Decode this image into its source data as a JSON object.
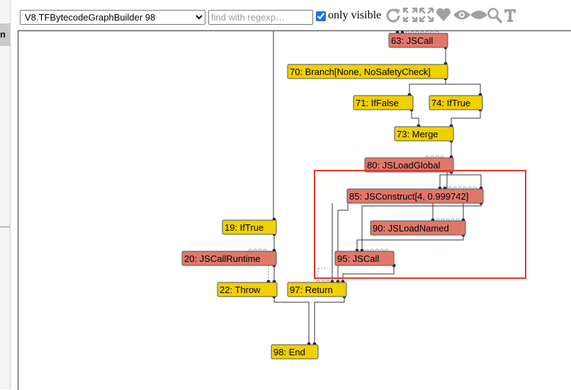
{
  "left_panel": {
    "tab_label": "n"
  },
  "toolbar": {
    "graph_select_value": "V8.TFBytecodeGraphBuilder 98",
    "search_placeholder": "find with regexp…",
    "only_visible_label": "only visible",
    "only_visible_checked": true,
    "icons": [
      "layout-icon",
      "show-all-icon",
      "toggle-hide-dead-icon",
      "hide-unselected-icon",
      "hide-selected-icon",
      "zoom-selection-icon",
      "toggle-types-icon"
    ]
  },
  "colors": {
    "control_node": "#f0d000",
    "js_node": "#e0786a",
    "highlight": "#e8332a",
    "icon": "#a0a0a0"
  },
  "nodes": [
    {
      "id": "63",
      "label": "63: JSCall",
      "kind": "js"
    },
    {
      "id": "70",
      "label": "70: Branch[None, NoSafetyCheck]",
      "kind": "control"
    },
    {
      "id": "71",
      "label": "71: IfFalse",
      "kind": "control"
    },
    {
      "id": "74",
      "label": "74: IfTrue",
      "kind": "control"
    },
    {
      "id": "73",
      "label": "73: Merge",
      "kind": "control"
    },
    {
      "id": "80",
      "label": "80: JSLoadGlobal",
      "kind": "js"
    },
    {
      "id": "85",
      "label": "85: JSConstruct[4, 0.999742]",
      "kind": "js"
    },
    {
      "id": "90",
      "label": "90: JSLoadNamed",
      "kind": "js"
    },
    {
      "id": "95",
      "label": "95: JSCall",
      "kind": "js"
    },
    {
      "id": "19",
      "label": "19: IfTrue",
      "kind": "control"
    },
    {
      "id": "20",
      "label": "20: JSCallRuntime",
      "kind": "js"
    },
    {
      "id": "22",
      "label": "22: Throw",
      "kind": "control"
    },
    {
      "id": "97",
      "label": "97: Return",
      "kind": "control"
    },
    {
      "id": "98",
      "label": "98: End",
      "kind": "control"
    }
  ]
}
